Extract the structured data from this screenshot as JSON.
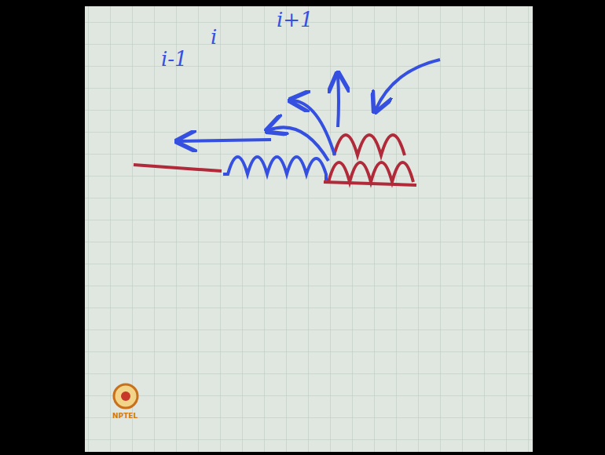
{
  "diagram": {
    "labels": [
      "i-1",
      "i",
      "i+1",
      "NPTEL"
    ]
  }
}
